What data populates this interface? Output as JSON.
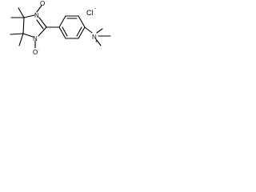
{
  "molecule": {
    "atoms": {
      "n_top": "N",
      "o_top": "O",
      "n_bottom": "N",
      "o_bottom": "O",
      "n_amine": "N"
    },
    "charges": {
      "radical": "·",
      "plus": "+"
    },
    "counter_ion": {
      "symbol": "Cl",
      "charge": "-"
    }
  }
}
